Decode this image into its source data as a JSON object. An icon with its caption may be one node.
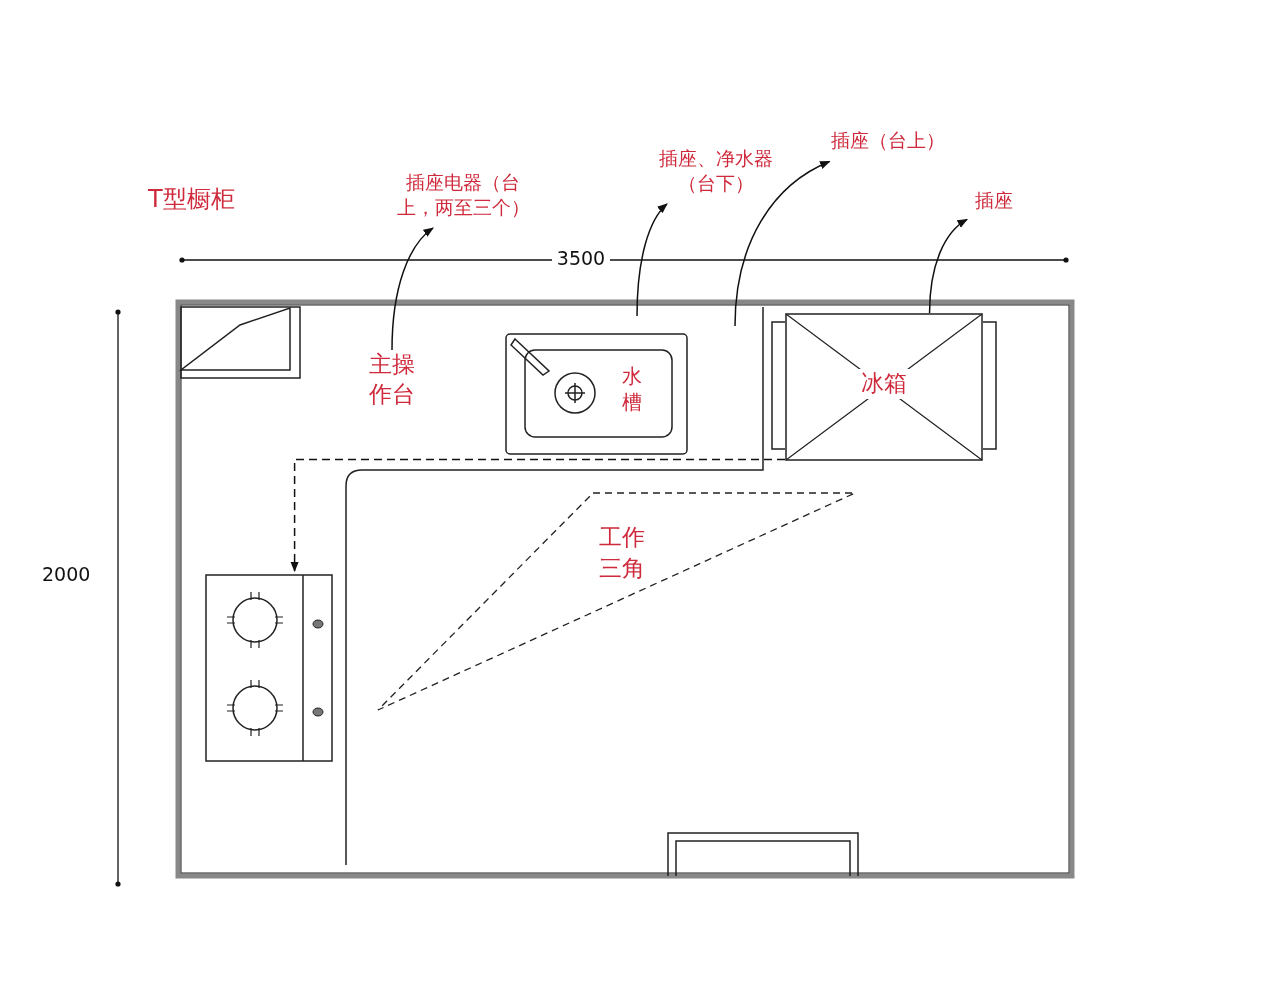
{
  "diagram": {
    "title": "T型橱柜",
    "nodes": [
      {
        "text": [
          "插座电器（台上，两至三个）"
        ]
      },
      {
        "text": [
          "插座、净水器（台下）"
        ]
      },
      {
        "text": [
          "插座（台上）"
        ]
      },
      {
        "text": [
          "插座"
        ]
      },
      {
        "text": [
          "主操作台"
        ]
      },
      {
        "text": [
          "水槽"
        ]
      },
      {
        "text": [
          "冰箱"
        ]
      },
      {
        "text": [],
        "shape": "picture"
      }
    ],
    "edges": [
      {
        "from": 4,
        "to": 0,
        "arrow": "to"
      },
      {
        "from": null,
        "to": 1,
        "arrow": "to"
      },
      {
        "from": null,
        "to": 2,
        "arrow": "to"
      },
      {
        "from": 6,
        "to": 3,
        "arrow": "to"
      },
      {
        "from": 6,
        "to": 7,
        "arrow": "to",
        "style": "dashed"
      }
    ],
    "labels": [
      "3500",
      "2000",
      "工作三角"
    ]
  }
}
